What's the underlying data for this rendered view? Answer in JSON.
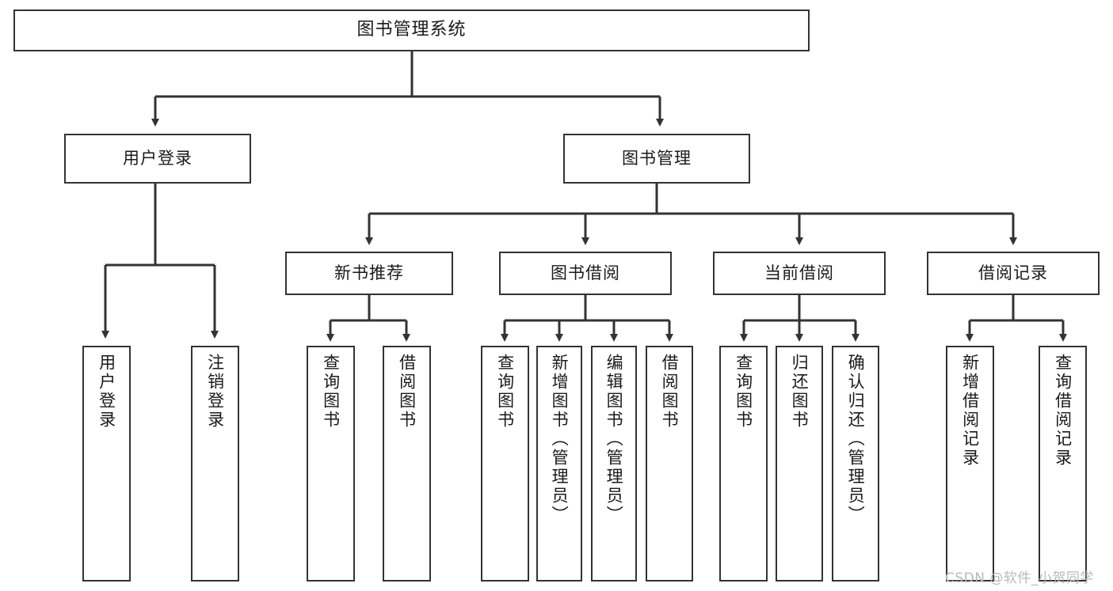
{
  "diagram": {
    "title": "图书管理系统",
    "type": "functional-structure-tree",
    "watermark": "CSDN @软件_小贺同学",
    "colors": {
      "stroke": "#333333",
      "fill": "#ffffff",
      "text": "#1a1a1a",
      "watermark": "#b9b9b9"
    },
    "levels": {
      "root": {
        "label": "图书管理系统"
      },
      "level2": [
        {
          "label": "用户登录"
        },
        {
          "label": "图书管理"
        }
      ],
      "level3": [
        {
          "label": "新书推荐"
        },
        {
          "label": "图书借阅"
        },
        {
          "label": "当前借阅"
        },
        {
          "label": "借阅记录"
        }
      ],
      "leaves_user_login": [
        {
          "label": "用户登录"
        },
        {
          "label": "注销登录"
        }
      ],
      "leaves_new_books": [
        {
          "label": "查询图书"
        },
        {
          "label": "借阅图书"
        }
      ],
      "leaves_borrow": [
        {
          "label": "查询图书"
        },
        {
          "label": "新增图书（管理员）"
        },
        {
          "label": "编辑图书（管理员）"
        },
        {
          "label": "借阅图书"
        }
      ],
      "leaves_current": [
        {
          "label": "查询图书"
        },
        {
          "label": "归还图书"
        },
        {
          "label": "确认归还（管理员）"
        }
      ],
      "leaves_records": [
        {
          "label": "新增借阅记录"
        },
        {
          "label": "查询借阅记录"
        }
      ]
    }
  }
}
